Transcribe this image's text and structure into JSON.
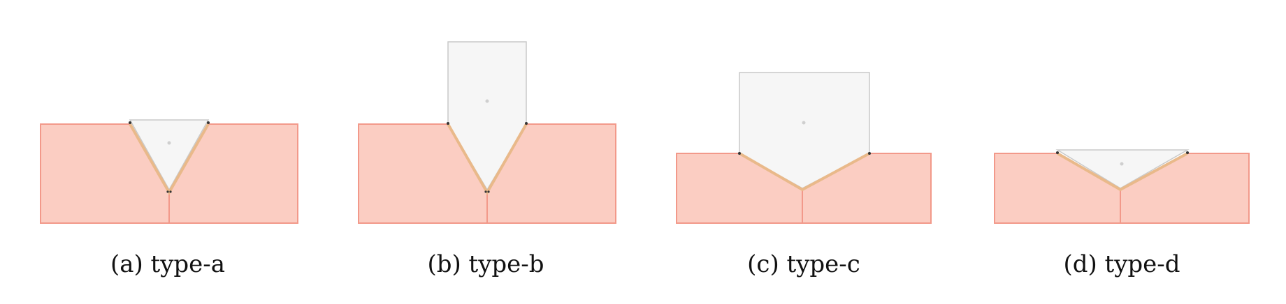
{
  "figure": {
    "panels": [
      {
        "id": "a",
        "caption": "(a) type-a"
      },
      {
        "id": "b",
        "caption": "(b) type-b"
      },
      {
        "id": "c",
        "caption": "(c) type-c"
      },
      {
        "id": "d",
        "caption": "(d) type-d"
      }
    ]
  },
  "colors": {
    "base_fill": "#fbcdc2",
    "base_stroke": "#f2998a",
    "groove_edge": "#e9b98a",
    "fill_shape": "#f6f6f6",
    "fill_stroke": "#c9c9c9",
    "center_dot": "#cfcfcf",
    "vertex": "#333333"
  }
}
